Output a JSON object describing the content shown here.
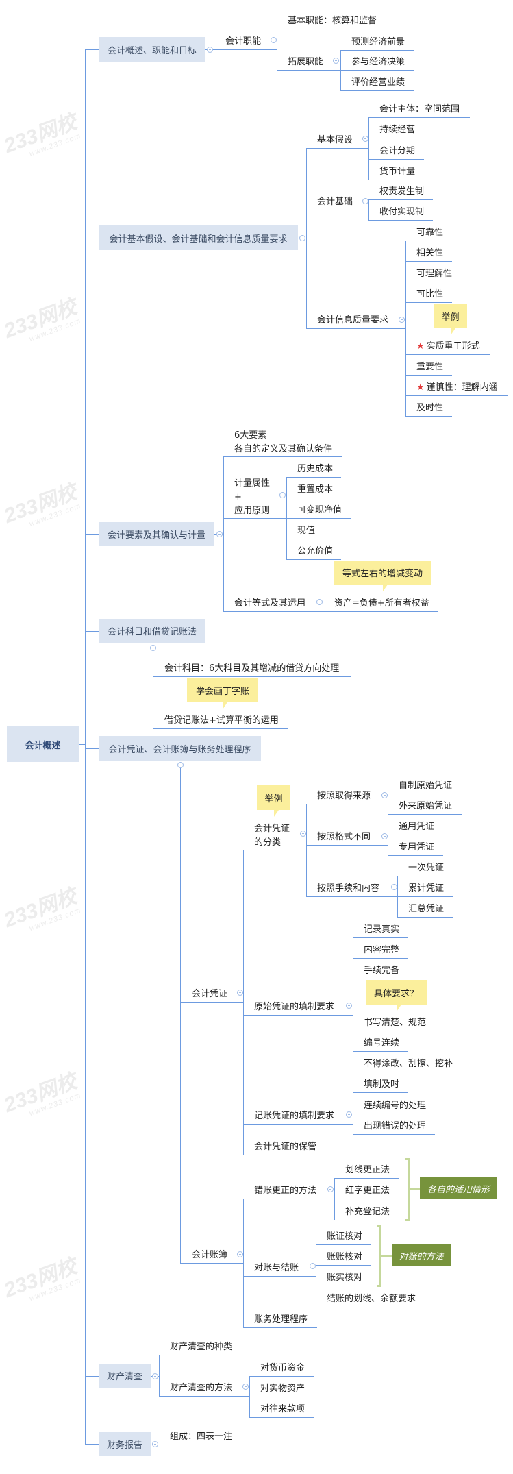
{
  "root": {
    "label": "会计概述"
  },
  "b1": {
    "label": "会计概述、职能和目标",
    "func": {
      "label": "会计职能",
      "basic": "基本职能：核算和监督",
      "ext": {
        "label": "拓展职能",
        "items": [
          "预测经济前景",
          "参与经济决策",
          "评价经营业绩"
        ]
      }
    }
  },
  "b2": {
    "label": "会计基本假设、会计基础和会计信息质量要求",
    "assump": {
      "label": "基本假设",
      "items": [
        "会计主体：空间范围",
        "持续经营",
        "会计分期",
        "货币计量"
      ]
    },
    "basis": {
      "label": "会计基础",
      "items": [
        "权责发生制",
        "收付实现制"
      ]
    },
    "quality": {
      "label": "会计信息质量要求",
      "callout": "举例",
      "items": [
        "可靠性",
        "相关性",
        "可理解性",
        "可比性",
        "实质重于形式",
        "重要性",
        "谨慎性：理解内涵",
        "及时性"
      ],
      "starred": [
        4,
        6
      ]
    }
  },
  "b3": {
    "label": "会计要素及其确认与计量",
    "elements": [
      "6大要素",
      "各自的定义及其确认条件"
    ],
    "measure": {
      "label_lines": [
        "计量属性",
        "+",
        "应用原则"
      ],
      "items": [
        "历史成本",
        "重置成本",
        "可变现净值",
        "现值",
        "公允价值"
      ]
    },
    "equation": {
      "label": "会计等式及其运用",
      "item": "资产=负债+所有者权益",
      "callout": "等式左右的增减变动"
    }
  },
  "b4": {
    "label": "会计科目和借贷记账法",
    "items": [
      "会计科目：6大科目及其增减的借贷方向处理",
      "借贷记账法+试算平衡的运用"
    ],
    "callout": "学会画丁字账"
  },
  "b5": {
    "label": "会计凭证、会计账簿与账务处理程序",
    "voucher": {
      "label": "会计凭证",
      "class": {
        "label_lines": [
          "会计凭证",
          "的分类"
        ],
        "callout": "举例",
        "source": {
          "label": "按照取得来源",
          "items": [
            "自制原始凭证",
            "外来原始凭证"
          ]
        },
        "format": {
          "label": "按照格式不同",
          "items": [
            "通用凭证",
            "专用凭证"
          ]
        },
        "procedure": {
          "label": "按照手续和内容",
          "items": [
            "一次凭证",
            "累计凭证",
            "汇总凭证"
          ]
        }
      },
      "original": {
        "label": "原始凭证的填制要求",
        "callout": "具体要求？",
        "items": [
          "记录真实",
          "内容完整",
          "手续完备",
          "书写清楚、规范",
          "编号连续",
          "不得涂改、刮擦、挖补",
          "填制及时"
        ]
      },
      "bookkeeping": {
        "label": "记账凭证的填制要求",
        "items": [
          "连续编号的处理",
          "出现错误的处理"
        ]
      },
      "storage": "会计凭证的保管"
    },
    "books": {
      "label": "会计账簿",
      "correction": {
        "label": "错账更正的方法",
        "items": [
          "划线更正法",
          "红字更正法",
          "补充登记法"
        ],
        "summary": "各自的适用情形"
      },
      "reconcile": {
        "label": "对账与结账",
        "items": [
          "账证核对",
          "账账核对",
          "账实核对",
          "结账的划线、余额要求"
        ],
        "summary": "对账的方法"
      },
      "procedure": "账务处理程序"
    }
  },
  "b6": {
    "label": "财产清查",
    "types": "财产清查的种类",
    "methods": {
      "label": "财产清查的方法",
      "items": [
        "对货币资金",
        "对实物资产",
        "对往来款项"
      ]
    }
  },
  "b7": {
    "label": "财务报告",
    "composition": "组成：四表一注"
  },
  "watermark": {
    "brand": "233网校",
    "url": "www.233.com"
  },
  "colors": {
    "line": "#6d9be0",
    "box": "#dbe4f1",
    "callout": "#fbef9c",
    "summary": "#77933c",
    "star": "#e23b3b"
  }
}
